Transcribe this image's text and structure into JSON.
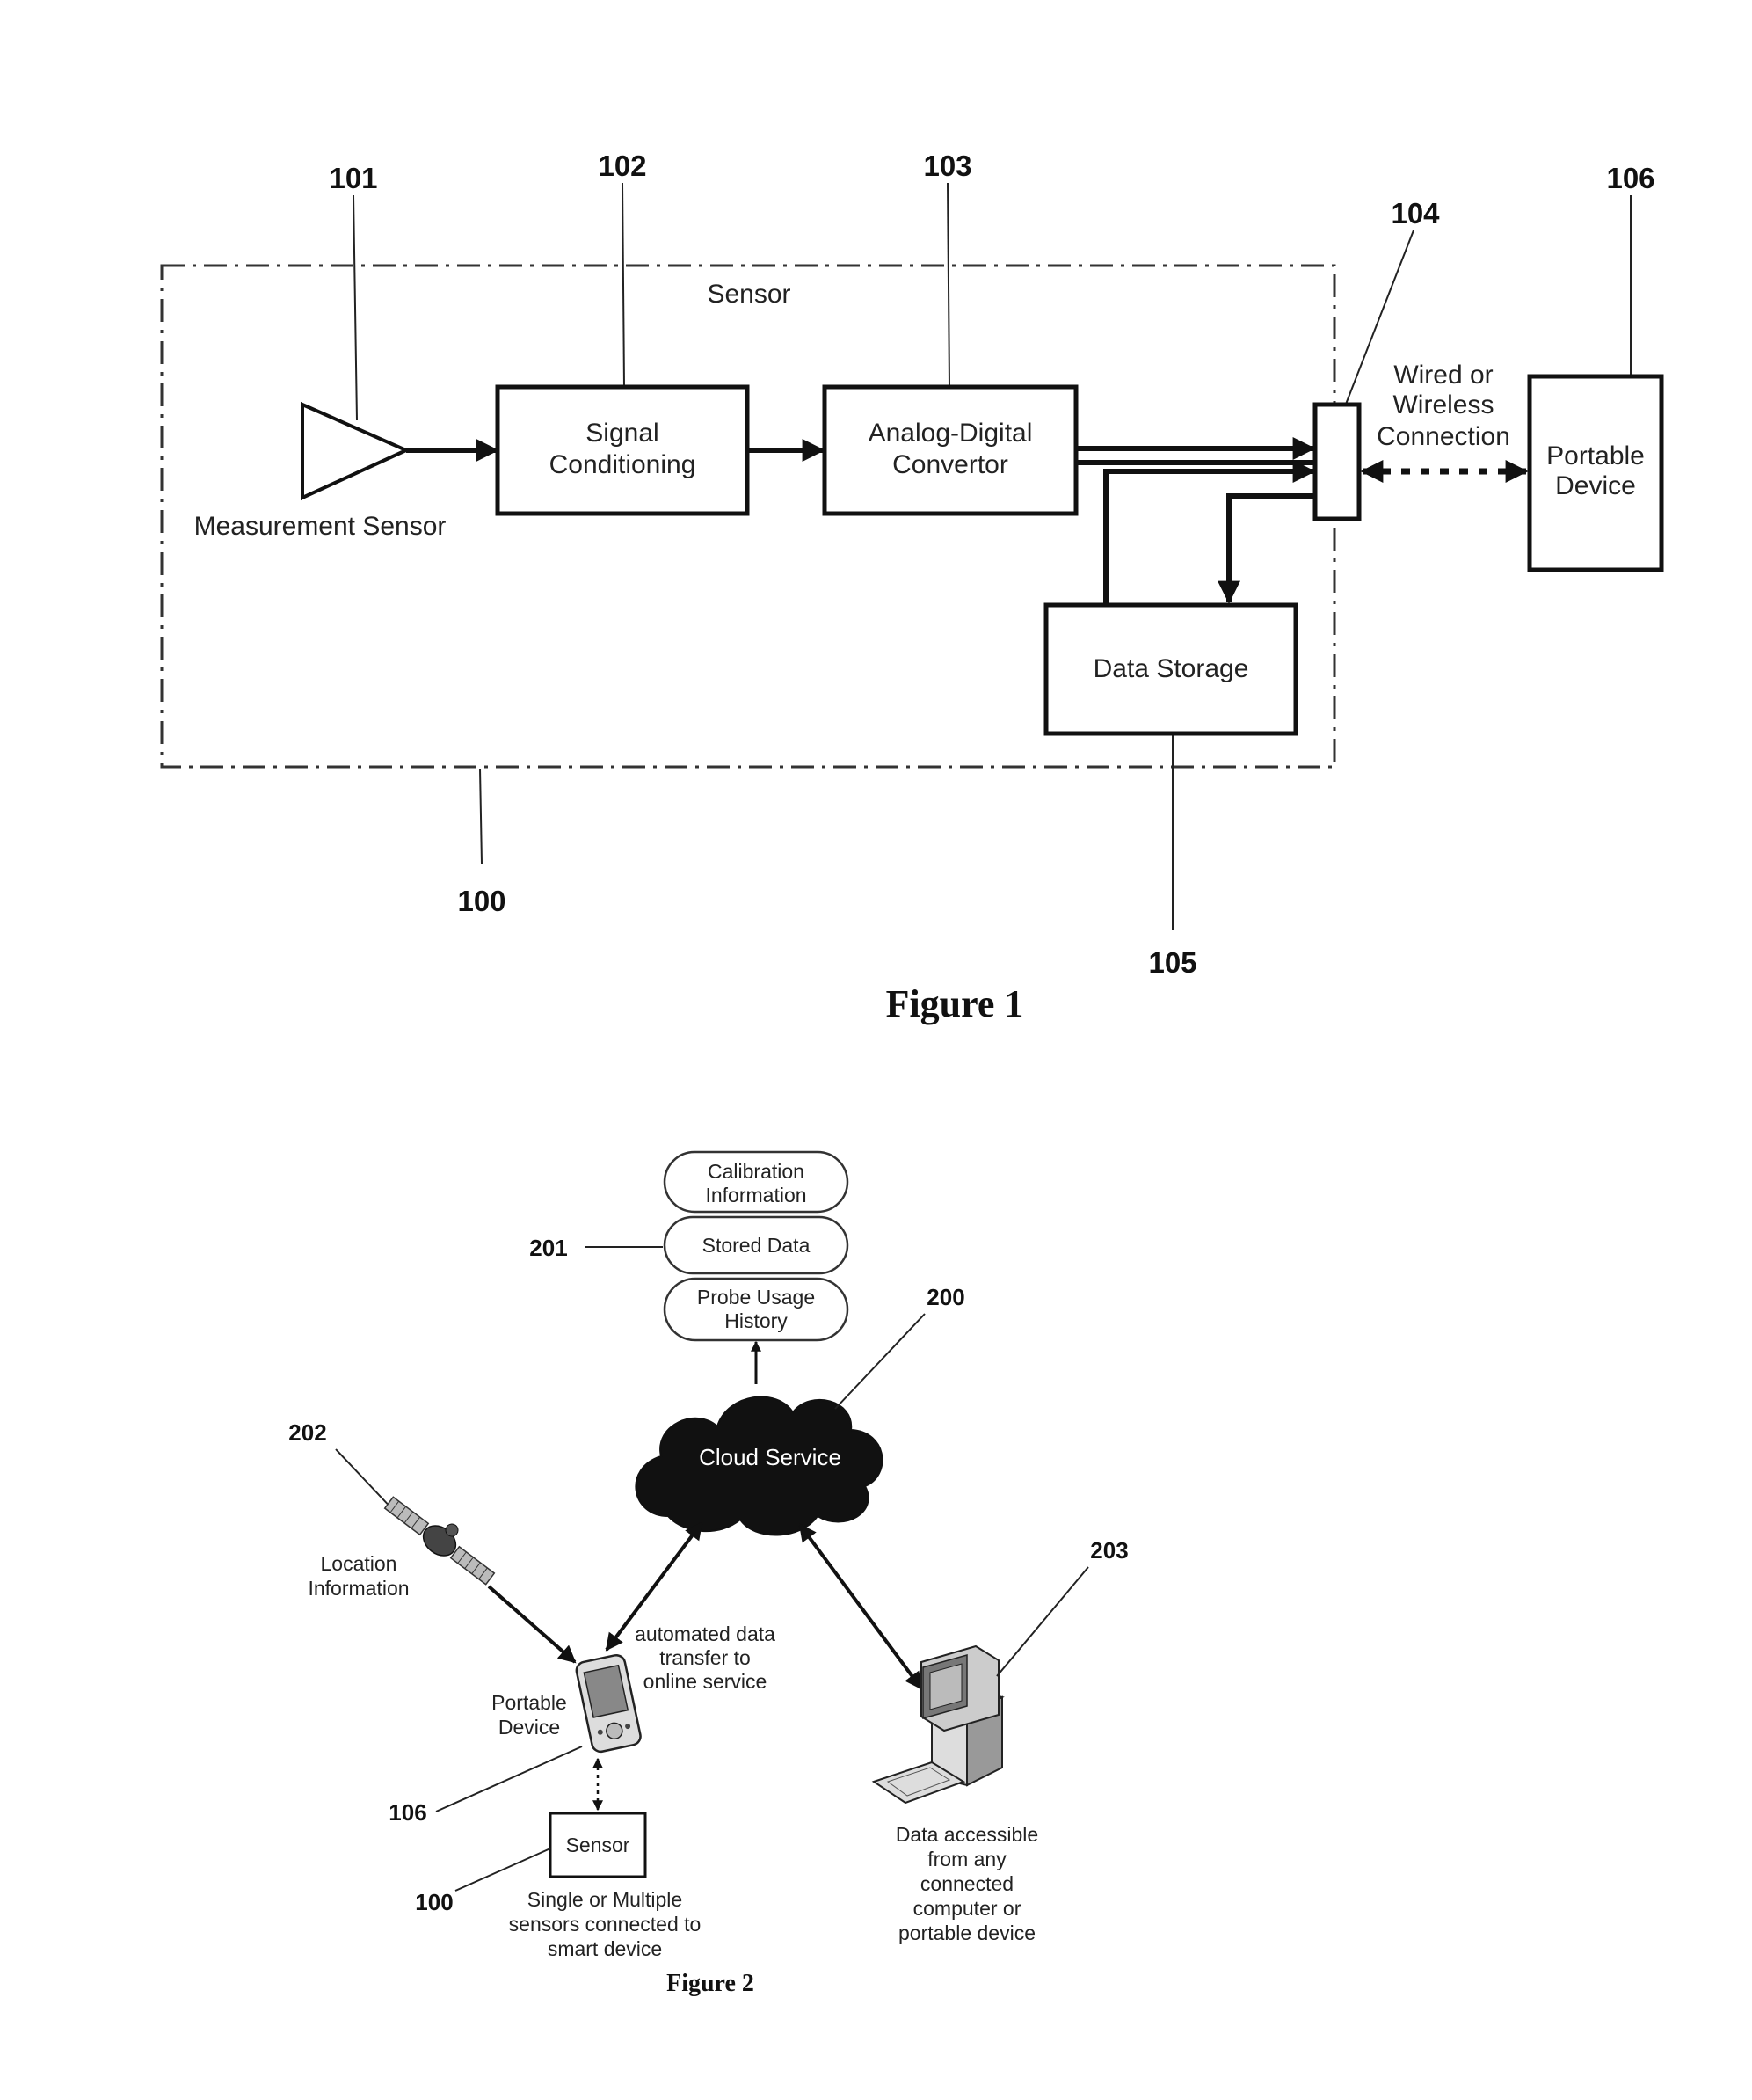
{
  "figure1": {
    "caption": "Figure 1",
    "refs": {
      "r100": "100",
      "r101": "101",
      "r102": "102",
      "r103": "103",
      "r104": "104",
      "r105": "105",
      "r106": "106"
    },
    "sensor_group_label": "Sensor",
    "measurement_sensor_label": "Measurement Sensor",
    "signal_conditioning": [
      "Signal",
      "Conditioning"
    ],
    "adc": [
      "Analog-Digital",
      "Convertor"
    ],
    "data_storage": "Data Storage",
    "connection_label": [
      "Wired or",
      "Wireless",
      "Connection"
    ],
    "portable_device": [
      "Portable",
      "Device"
    ]
  },
  "figure2": {
    "caption": "Figure 2",
    "refs": {
      "r200": "200",
      "r201": "201",
      "r202": "202",
      "r203": "203",
      "r106": "106",
      "r100": "100"
    },
    "cloud_label": "Cloud Service",
    "pills": [
      [
        "Calibration",
        "Information"
      ],
      [
        "Stored Data"
      ],
      [
        "Probe Usage",
        "History"
      ]
    ],
    "location_label": [
      "Location",
      "Information"
    ],
    "transfer_label": [
      "automated data",
      "transfer to",
      "online service"
    ],
    "portable_label": [
      "Portable",
      "Device"
    ],
    "sensor_label": "Sensor",
    "sensors_note": [
      "Single or Multiple",
      "sensors connected to",
      "smart device"
    ],
    "computer_note": [
      "Data accessible",
      "from any",
      "connected",
      "computer or",
      "portable device"
    ]
  }
}
